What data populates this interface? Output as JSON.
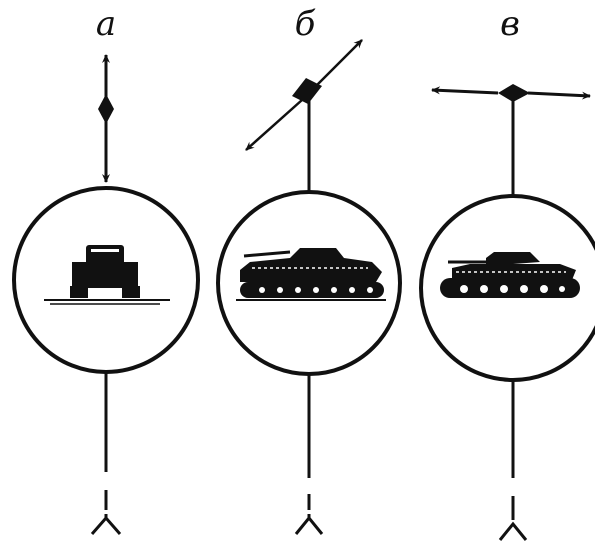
{
  "panels": [
    {
      "label": "а",
      "tank_view": "front",
      "motion": "toward-observer"
    },
    {
      "label": "б",
      "tank_view": "oblique",
      "motion": "diagonal"
    },
    {
      "label": "в",
      "tank_view": "side",
      "motion": "lateral"
    }
  ],
  "colors": {
    "ink": "#111111",
    "background": "#ffffff"
  },
  "icons": [
    "tank-front-icon",
    "tank-oblique-icon",
    "tank-side-icon",
    "double-arrow-icon",
    "observer-eye-icon"
  ]
}
